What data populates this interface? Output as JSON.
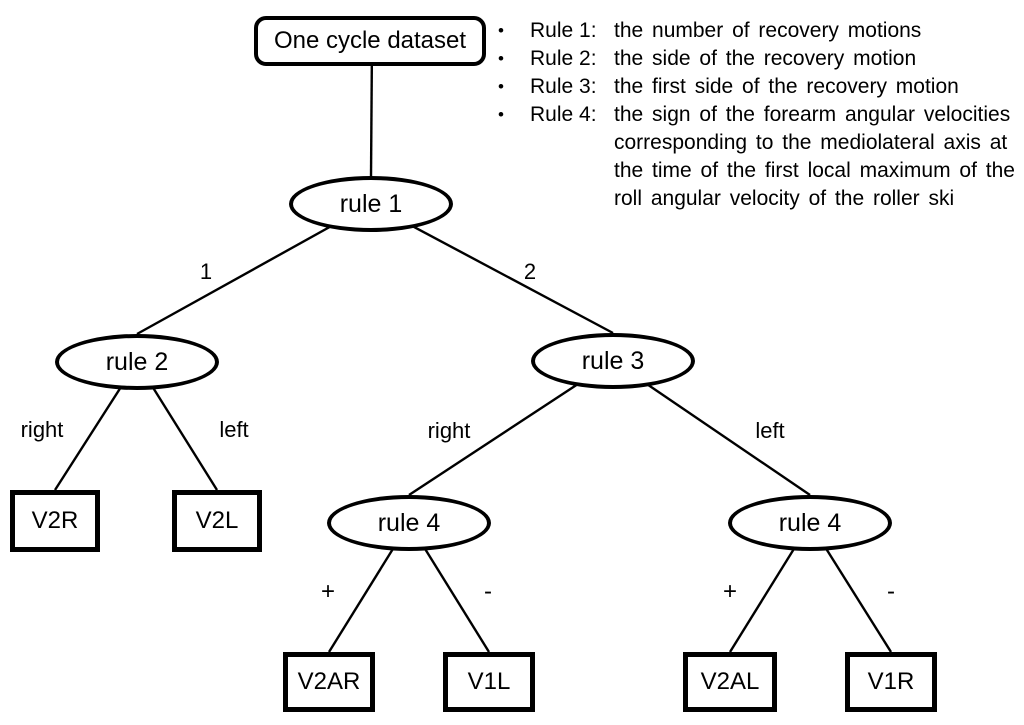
{
  "diagram": {
    "root": "One cycle dataset",
    "nodes": {
      "rule1": "rule 1",
      "rule2": "rule 2",
      "rule3": "rule 3",
      "rule4_left": "rule 4",
      "rule4_right": "rule 4"
    },
    "leaves": {
      "v2r": "V2R",
      "v2l": "V2L",
      "v2ar": "V2AR",
      "v1l": "V1L",
      "v2al": "V2AL",
      "v1r": "V1R"
    },
    "edge_labels": {
      "one": "1",
      "two": "2",
      "rule2_right": "right",
      "rule2_left": "left",
      "rule3_right": "right",
      "rule3_left": "left",
      "rule4_left_plus": "+",
      "rule4_left_minus": "-",
      "rule4_right_plus": "+",
      "rule4_right_minus": "-"
    }
  },
  "legend": {
    "bullet": "•",
    "items": [
      {
        "label": "Rule 1:",
        "text": "the number of recovery motions"
      },
      {
        "label": "Rule 2:",
        "text": "the side of the recovery motion"
      },
      {
        "label": "Rule 3:",
        "text": "the first side of the recovery motion"
      },
      {
        "label": "Rule 4:",
        "text": "the sign of the forearm angular velocities corresponding to the mediolateral axis at the time of the first local maximum of the roll angular velocity of the roller ski"
      }
    ]
  },
  "colors": {
    "ink": "#000000",
    "background": "#ffffff"
  }
}
